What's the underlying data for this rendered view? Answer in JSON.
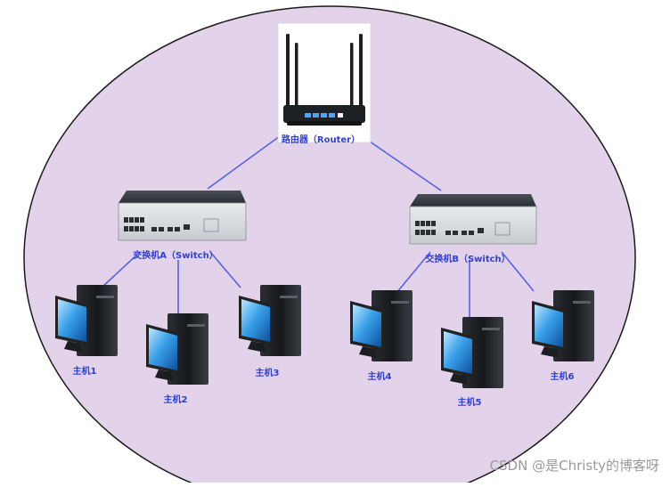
{
  "diagram": {
    "router": {
      "label": "路由器（Router）"
    },
    "switches": [
      {
        "label": "交换机A（Switch）"
      },
      {
        "label": "交换机B（Switch）"
      }
    ],
    "hosts": [
      {
        "label": "主机1"
      },
      {
        "label": "主机2"
      },
      {
        "label": "主机3"
      },
      {
        "label": "主机4"
      },
      {
        "label": "主机5"
      },
      {
        "label": "主机6"
      }
    ],
    "colors": {
      "ellipse_fill": "#e3d3ea",
      "ellipse_stroke": "#1a1a1a",
      "link": "#5560e8",
      "label": "#2f3fd6"
    }
  },
  "watermark": "CSDN @是Christy的博客呀"
}
